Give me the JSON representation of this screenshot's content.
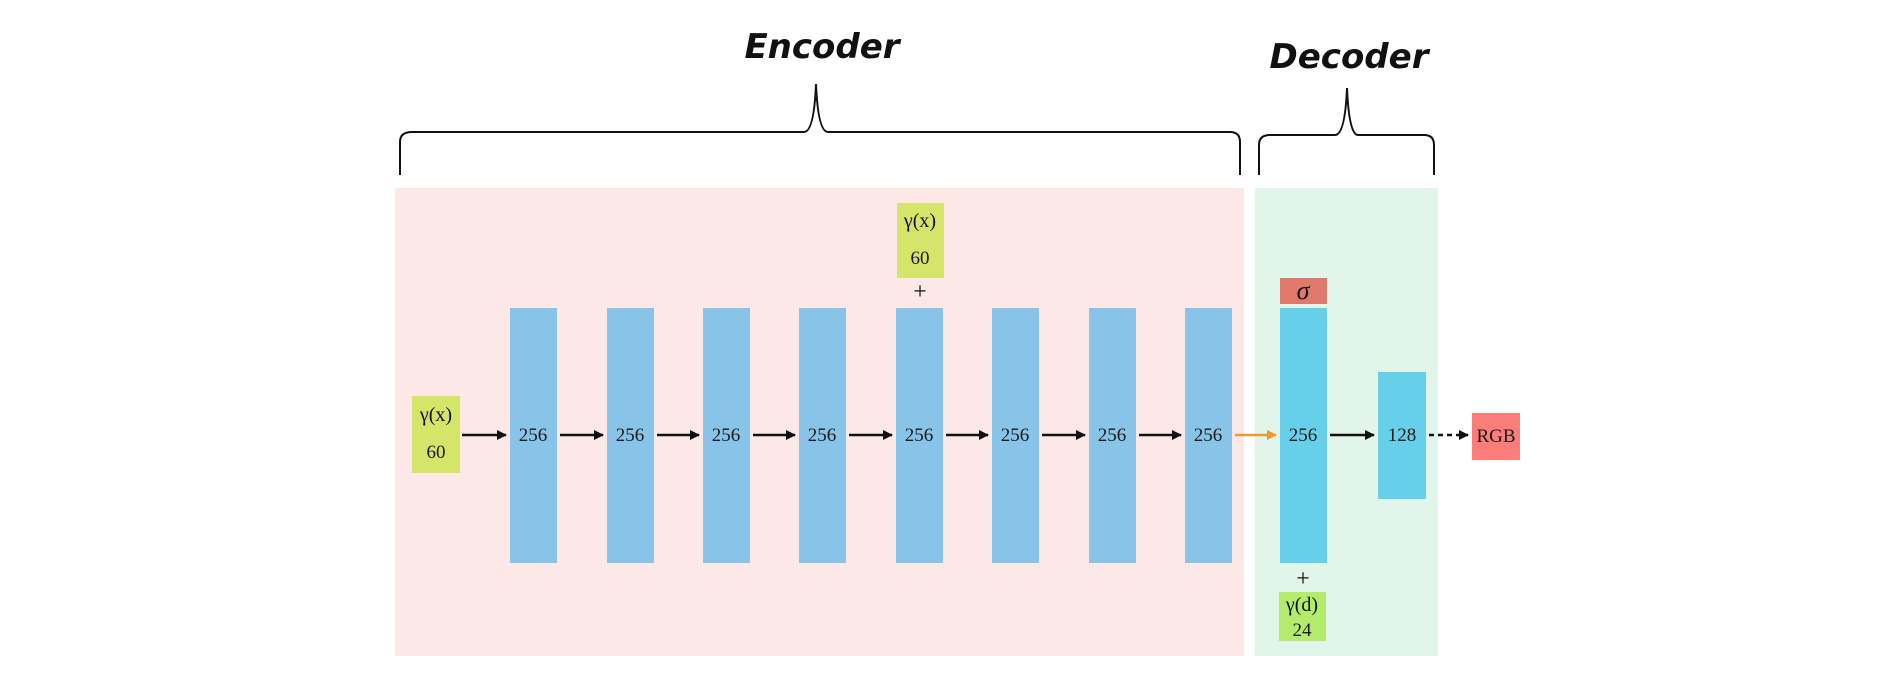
{
  "headers": {
    "encoder": "Encoder",
    "decoder": "Decoder"
  },
  "inputs": {
    "position_main": {
      "symbol": "γ(x)",
      "dim": "60"
    },
    "position_skip": {
      "symbol": "γ(x)",
      "dim": "60",
      "join": "+"
    },
    "direction": {
      "symbol": "γ(d)",
      "dim": "24",
      "join": "+"
    }
  },
  "encoder_layers": [
    "256",
    "256",
    "256",
    "256",
    "256",
    "256",
    "256",
    "256"
  ],
  "decoder_layers": [
    "256",
    "128"
  ],
  "outputs": {
    "density": "σ",
    "color": "RGB"
  },
  "colors": {
    "encoder_bg": "#fde8e8",
    "decoder_bg": "#e1f5ea",
    "encoder_layer": "#87c4e8",
    "decoder_layer": "#66d0ea",
    "input_box": "#d4e56a",
    "direction_box": "#b3ec6c",
    "sigma_box": "#e0786b",
    "rgb_box": "#fa7d7a",
    "arrow": "#111111",
    "bridge_arrow": "#ee9a2a"
  }
}
